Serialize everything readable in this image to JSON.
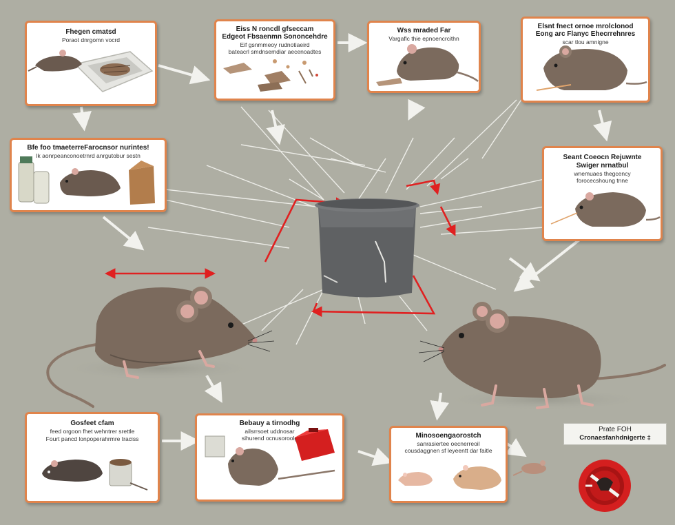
{
  "cards": [
    {
      "id": "c1",
      "lines": [
        "Fhegen cmatsd",
        "Poraot dnrgomn vocrd"
      ]
    },
    {
      "id": "c2",
      "lines": [
        "Eiss N roncdl gfseccam",
        "Edgeot Fbsaenmn Sononcehdre",
        "Eif gsnmmeoy rudnotiaeird",
        "bateacrl smdnsemdiar aecenoadtes"
      ]
    },
    {
      "id": "c3",
      "lines": [
        "Wss mraded Far",
        "Vargaflc thie epnoencrcithn"
      ]
    },
    {
      "id": "c4",
      "lines": [
        "Elsnt fnect ornoe mrolclonod",
        "Eong arc Flanyc Ehecrrehnres",
        "scar tlou amnigne"
      ]
    },
    {
      "id": "c5",
      "lines": [
        "Bfe foo tmaeterreFarocnsor nurintes!",
        "Ik aonrpeanconoetrnrd anrgutobur sestn"
      ]
    },
    {
      "id": "c6",
      "lines": [
        "Seant Coeocn Rejuwnte",
        "Swiger nrnatbul",
        "wnemuaes thegcency",
        "forocecshoung tnne"
      ]
    },
    {
      "id": "c7",
      "lines": [
        "Gosfeet cfam",
        "feed orgoon fhet wehntrer srettle",
        "Fourt pancd lonpoperahrmre traciss"
      ]
    },
    {
      "id": "c8",
      "lines": [
        "Bebauy a tirnodhg",
        "ailsrrsoet uddnosar",
        "sihurend ocnusoroolg"
      ]
    },
    {
      "id": "c9",
      "lines": [
        "Minosoengaorostch",
        "sanrasiertee oecnerreoil",
        "cousdaggnen sf leyeentt dar faitle"
      ]
    }
  ],
  "badge": {
    "line1": "Prate FOH",
    "line2": "Cronaesfanhdnigerte ‡"
  },
  "colors": {
    "background": "#aeaea3",
    "card_border": "#e0844c",
    "arrow_red": "#e02020",
    "rat_fur": "#7b6a5d",
    "rat_ear": "#d9a8a0",
    "bin": "#5f6163",
    "badge_red": "#d41f1f"
  },
  "icons": [
    "rat-icon",
    "trash-bin-icon",
    "no-entry-badge-icon",
    "trap-icon",
    "food-bait-icon"
  ]
}
